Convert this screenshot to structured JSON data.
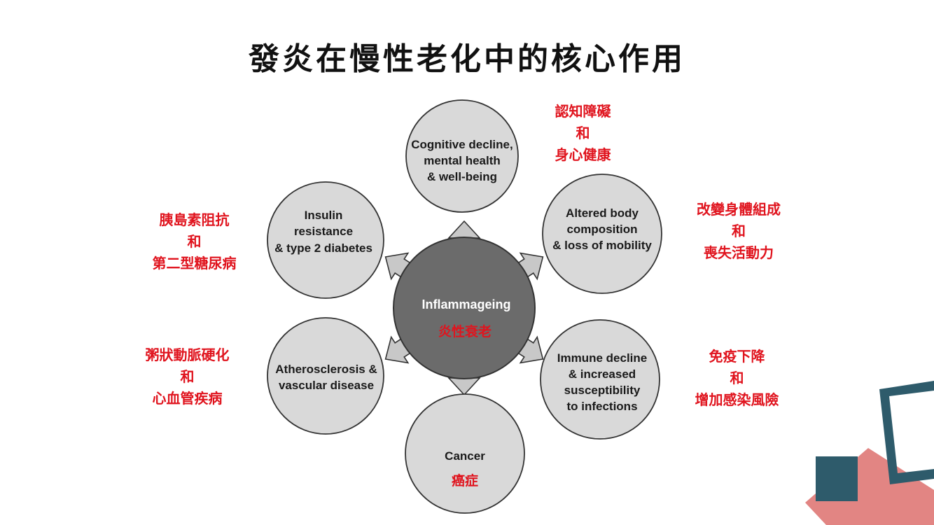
{
  "title": "發炎在慢性老化中的核心作用",
  "center": {
    "label_en": "Inflammageing",
    "label_zh": "炎性衰老"
  },
  "nodes": {
    "cognitive": {
      "lines": [
        "Cognitive decline,",
        "mental health",
        "& well-being"
      ]
    },
    "body": {
      "lines": [
        "Altered body",
        "composition",
        "& loss of mobility"
      ]
    },
    "immune": {
      "lines": [
        "Immune decline",
        "& increased",
        "susceptibility",
        "to infections"
      ]
    },
    "cancer": {
      "label_en": "Cancer",
      "label_zh": "癌症"
    },
    "athero": {
      "lines": [
        "Atherosclerosis &",
        "vascular disease"
      ]
    },
    "insulin": {
      "lines": [
        "Insulin",
        "resistance",
        "& type 2 diabetes"
      ]
    }
  },
  "side_labels": {
    "cognitive": [
      "認知障礙",
      "和",
      "身心健康"
    ],
    "body": [
      "改變身體組成",
      "和",
      "喪失活動力"
    ],
    "immune": [
      "免疫下降",
      "和",
      "增加感染風險"
    ],
    "athero": [
      "粥狀動脈硬化",
      "和",
      "心血管疾病"
    ],
    "insulin": [
      "胰島素阻抗",
      "和",
      "第二型糖尿病"
    ]
  },
  "colors": {
    "node_fill": "#d9d9d9",
    "center_fill": "#6b6b6b",
    "arrow_fill": "#c8c8c8",
    "label_red": "#e0141e",
    "deco_teal": "#2e5b6b",
    "deco_pink": "#e28583"
  }
}
